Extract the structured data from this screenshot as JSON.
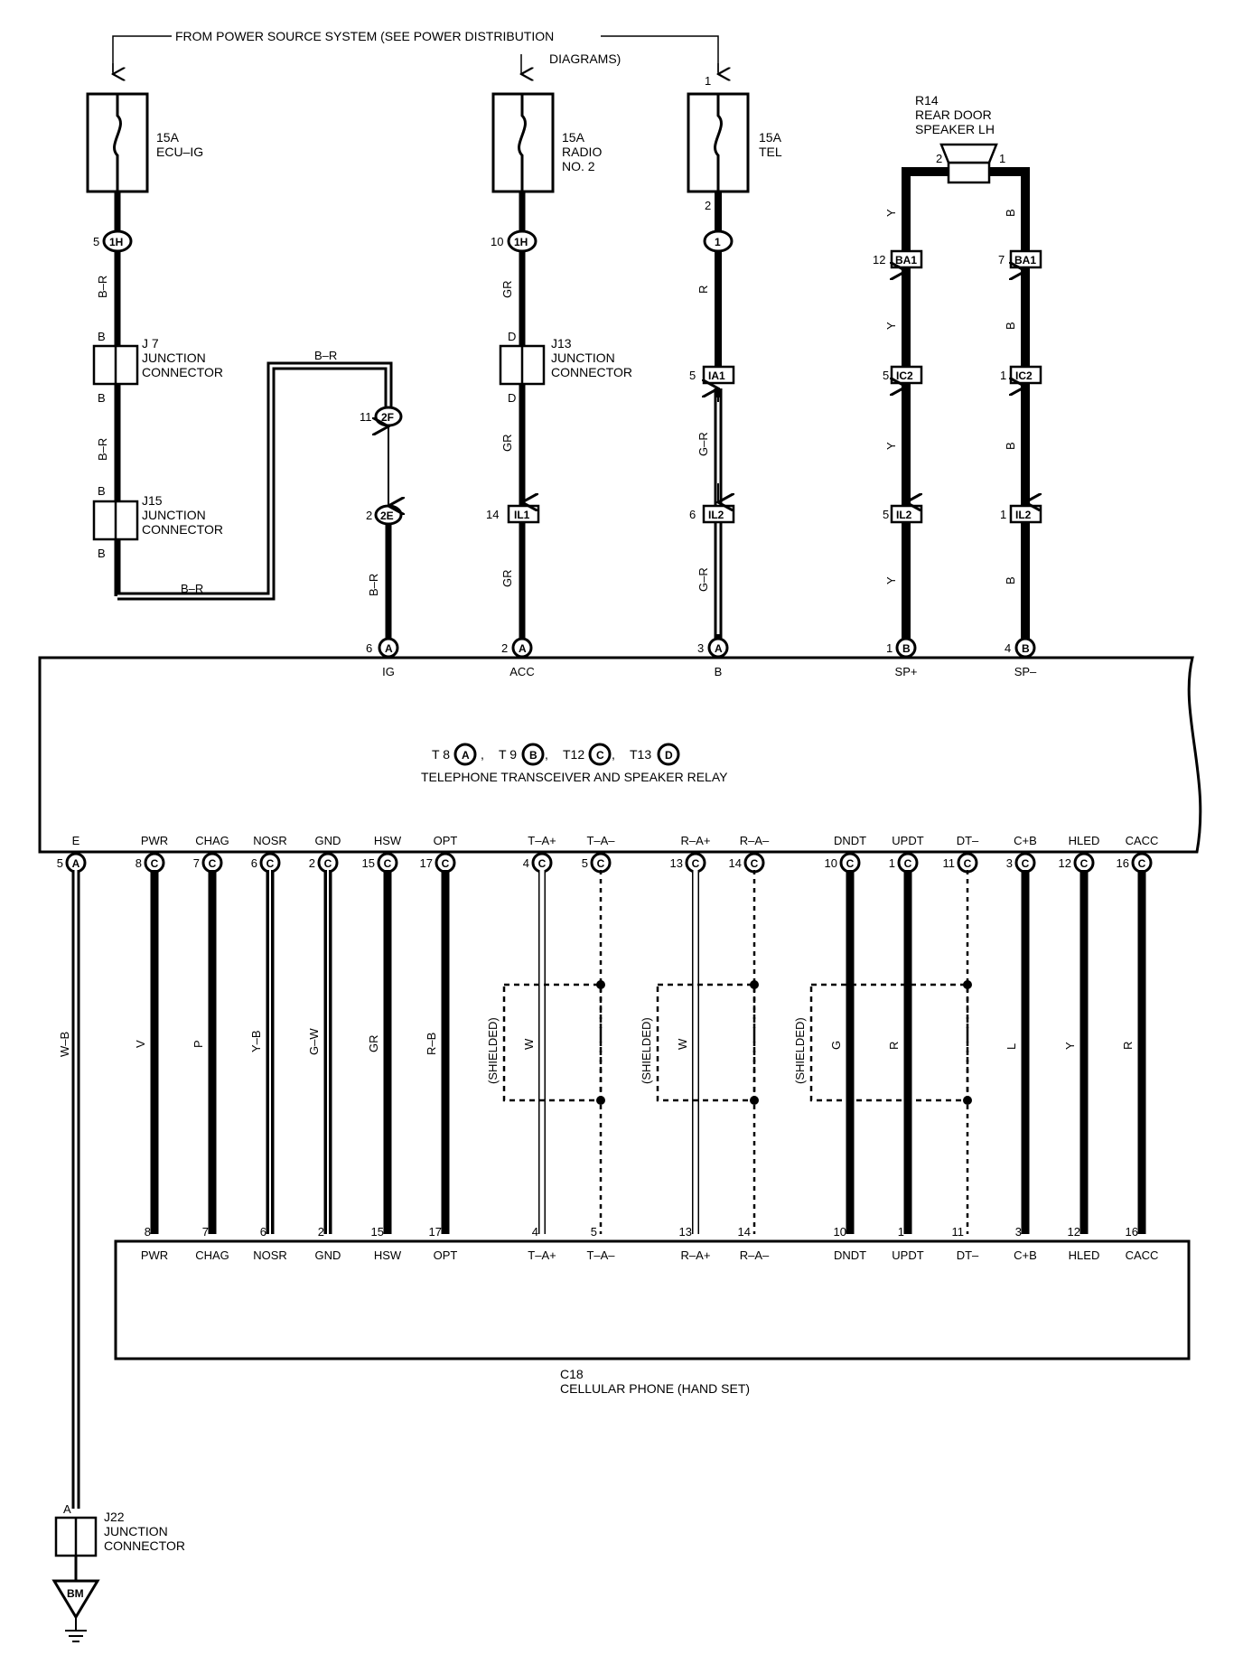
{
  "power_note": {
    "line1": "FROM POWER SOURCE SYSTEM  (SEE POWER DISTRIBUTION",
    "line2": "DIAGRAMS)"
  },
  "fuses": {
    "ecu_ig": {
      "rating": "15A",
      "name": "ECU–IG"
    },
    "radio2": {
      "rating": "15A",
      "name1": "RADIO",
      "name2": "NO. 2"
    },
    "tel": {
      "rating": "15A",
      "name": "TEL"
    }
  },
  "speaker": {
    "id": "R14",
    "line1": "REAR DOOR",
    "line2": "SPEAKER LH",
    "pin_left": "2",
    "pin_right": "1"
  },
  "junctions": {
    "j7": {
      "id": "J 7",
      "line1": "JUNCTION",
      "line2": "CONNECTOR",
      "pin": "B"
    },
    "j13": {
      "id": "J13",
      "line1": "JUNCTION",
      "line2": "CONNECTOR",
      "pin": "D"
    },
    "j15": {
      "id": "J15",
      "line1": "JUNCTION",
      "line2": "CONNECTOR",
      "pin": "B"
    },
    "j22": {
      "id": "J22",
      "line1": "JUNCTION",
      "line2": "CONNECTOR",
      "pin": "A"
    }
  },
  "wire_colors": {
    "br": "B–R",
    "gr": "GR",
    "r": "R",
    "gr2": "G–R",
    "y": "Y",
    "b": "B",
    "wb": "W–B",
    "v": "V",
    "p": "P",
    "yb": "Y–B",
    "gw": "G–W",
    "rb": "R–B",
    "w": "W",
    "g": "G",
    "l": "L"
  },
  "connectors": {
    "c1h": "1H",
    "c1": "1",
    "c2f": "2F",
    "c2e": "2E",
    "ba1": "BA1",
    "ic2": "IC2",
    "ia1": "IA1",
    "il1": "IL1",
    "il2": "IL2",
    "ca": "A",
    "cb": "B",
    "cc": "C",
    "cd": "D",
    "bm": "BM"
  },
  "pins": {
    "p1": "1",
    "p2": "2",
    "p3": "3",
    "p4": "4",
    "p5": "5",
    "p6": "6",
    "p7": "7",
    "p8": "8",
    "p10": "10",
    "p11": "11",
    "p12": "12",
    "p13": "13",
    "p14": "14",
    "p15": "15",
    "p16": "16",
    "p17": "17"
  },
  "transceiver": {
    "t8": "T 8",
    "t9": "T 9",
    "t12": "T12",
    "t13": "T13",
    "comma": ",",
    "name": "TELEPHONE TRANSCEIVER AND SPEAKER RELAY",
    "top_terms": [
      "IG",
      "ACC",
      "B",
      "SP+",
      "SP–"
    ],
    "bottom_terms": [
      "E",
      "PWR",
      "CHAG",
      "NOSR",
      "GND",
      "HSW",
      "OPT",
      "T–A+",
      "T–A–",
      "R–A+",
      "R–A–",
      "DNDT",
      "UPDT",
      "DT–",
      "C+B",
      "HLED",
      "CACC"
    ]
  },
  "handset": {
    "id": "C18",
    "name": "CELLULAR PHONE (HAND SET)",
    "terms": [
      "PWR",
      "CHAG",
      "NOSR",
      "GND",
      "HSW",
      "OPT",
      "T–A+",
      "T–A–",
      "R–A+",
      "R–A–",
      "DNDT",
      "UPDT",
      "DT–",
      "C+B",
      "HLED",
      "CACC"
    ]
  },
  "shielded": "(SHIELDED)"
}
